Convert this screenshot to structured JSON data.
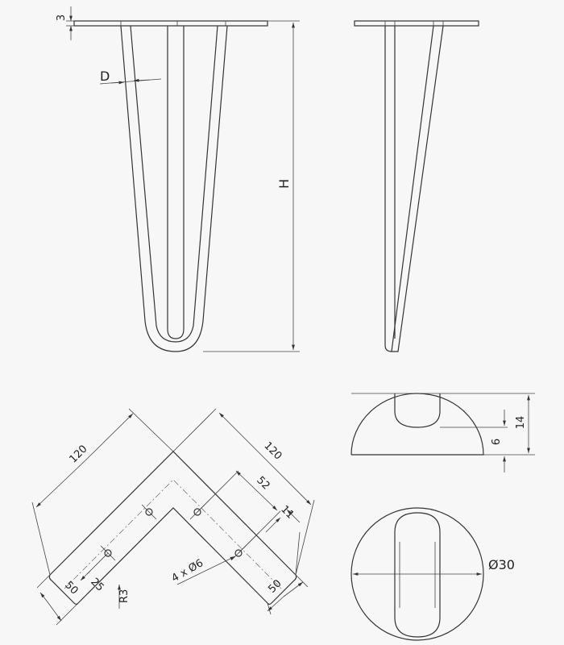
{
  "dimensions": {
    "plate_thickness": "3",
    "rod_diameter": "D",
    "height": "H",
    "arm_length_left": "120",
    "arm_length_right": "120",
    "hole_spacing": "52",
    "edge_offset": "11",
    "holes": "4 x Ø6",
    "width_left": "50",
    "hole_edge": "25",
    "corner_radius": "R3",
    "width_right": "50",
    "foot_height": "14",
    "foot_inner": "6",
    "foot_diameter": "Ø30"
  },
  "colors": {
    "background": "#f7f7f7",
    "line": "#333333"
  }
}
